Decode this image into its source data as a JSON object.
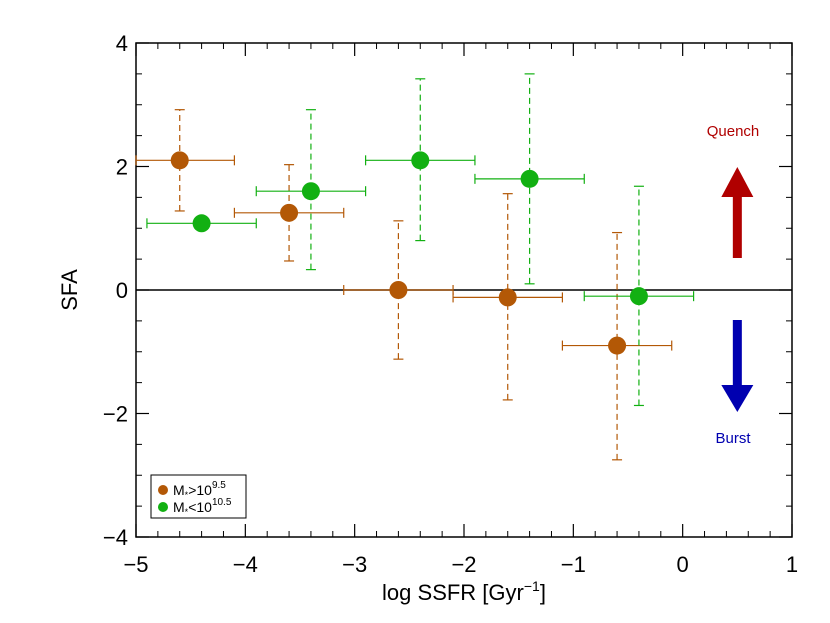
{
  "chart_data": {
    "type": "scatter",
    "xlabel": {
      "main": "log SSFR [Gyr",
      "sup": "−1",
      "close": "]"
    },
    "ylabel": "SFA",
    "xlim": [
      -5,
      1
    ],
    "ylim": [
      -4,
      4
    ],
    "x_ticks": [
      {
        "value": -5,
        "label": "−5"
      },
      {
        "value": -4,
        "label": "−4"
      },
      {
        "value": -3,
        "label": "−3"
      },
      {
        "value": -2,
        "label": "−2"
      },
      {
        "value": -1,
        "label": "−1"
      },
      {
        "value": 0,
        "label": "0"
      },
      {
        "value": 1,
        "label": "1"
      }
    ],
    "y_ticks": [
      {
        "value": -4,
        "label": "−4"
      },
      {
        "value": -2,
        "label": "−2"
      },
      {
        "value": 0,
        "label": "0"
      },
      {
        "value": 2,
        "label": "2"
      },
      {
        "value": 4,
        "label": "4"
      }
    ],
    "grid": false,
    "reference_line_y": 0,
    "legend": {
      "position": "bottom-left",
      "entries": [
        {
          "prefix": "M",
          "sub": "*",
          "op": ">10",
          "sup": "9.5",
          "color": "#b35806"
        },
        {
          "prefix": "M",
          "sub": "*",
          "op": "<10",
          "sup": "10.5",
          "color": "#12b012"
        }
      ]
    },
    "series": [
      {
        "color": "#b35806",
        "points": [
          {
            "x": -4.6,
            "y": 2.1,
            "x_lo": -5.0,
            "x_hi": -4.1,
            "y_lo": 1.28,
            "y_hi": 2.92
          },
          {
            "x": -3.6,
            "y": 1.25,
            "x_lo": -4.1,
            "x_hi": -3.1,
            "y_lo": 0.47,
            "y_hi": 2.03
          },
          {
            "x": -2.6,
            "y": 0.0,
            "x_lo": -3.1,
            "x_hi": -2.1,
            "y_lo": -1.12,
            "y_hi": 1.12
          },
          {
            "x": -1.6,
            "y": -0.12,
            "x_lo": -2.1,
            "x_hi": -1.1,
            "y_lo": -1.78,
            "y_hi": 1.56
          },
          {
            "x": -0.6,
            "y": -0.9,
            "x_lo": -1.1,
            "x_hi": -0.1,
            "y_lo": -2.75,
            "y_hi": 0.93
          }
        ]
      },
      {
        "color": "#12b012",
        "points": [
          {
            "x": -4.4,
            "y": 1.08,
            "x_lo": -4.9,
            "x_hi": -3.9,
            "y_lo": null,
            "y_hi": null
          },
          {
            "x": -3.4,
            "y": 1.6,
            "x_lo": -3.9,
            "x_hi": -2.9,
            "y_lo": 0.33,
            "y_hi": 2.92
          },
          {
            "x": -2.4,
            "y": 2.1,
            "x_lo": -2.9,
            "x_hi": -1.9,
            "y_lo": 0.8,
            "y_hi": 3.42
          },
          {
            "x": -1.4,
            "y": 1.8,
            "x_lo": -1.9,
            "x_hi": -0.9,
            "y_lo": 0.1,
            "y_hi": 3.5
          },
          {
            "x": -0.4,
            "y": -0.1,
            "x_lo": -0.9,
            "x_hi": 0.1,
            "y_lo": -1.87,
            "y_hi": 1.68
          }
        ]
      }
    ],
    "annotations": [
      {
        "text": "Quench",
        "color": "#b00000",
        "arrow": "up"
      },
      {
        "text": "Burst",
        "color": "#0000b0",
        "arrow": "down"
      }
    ]
  }
}
